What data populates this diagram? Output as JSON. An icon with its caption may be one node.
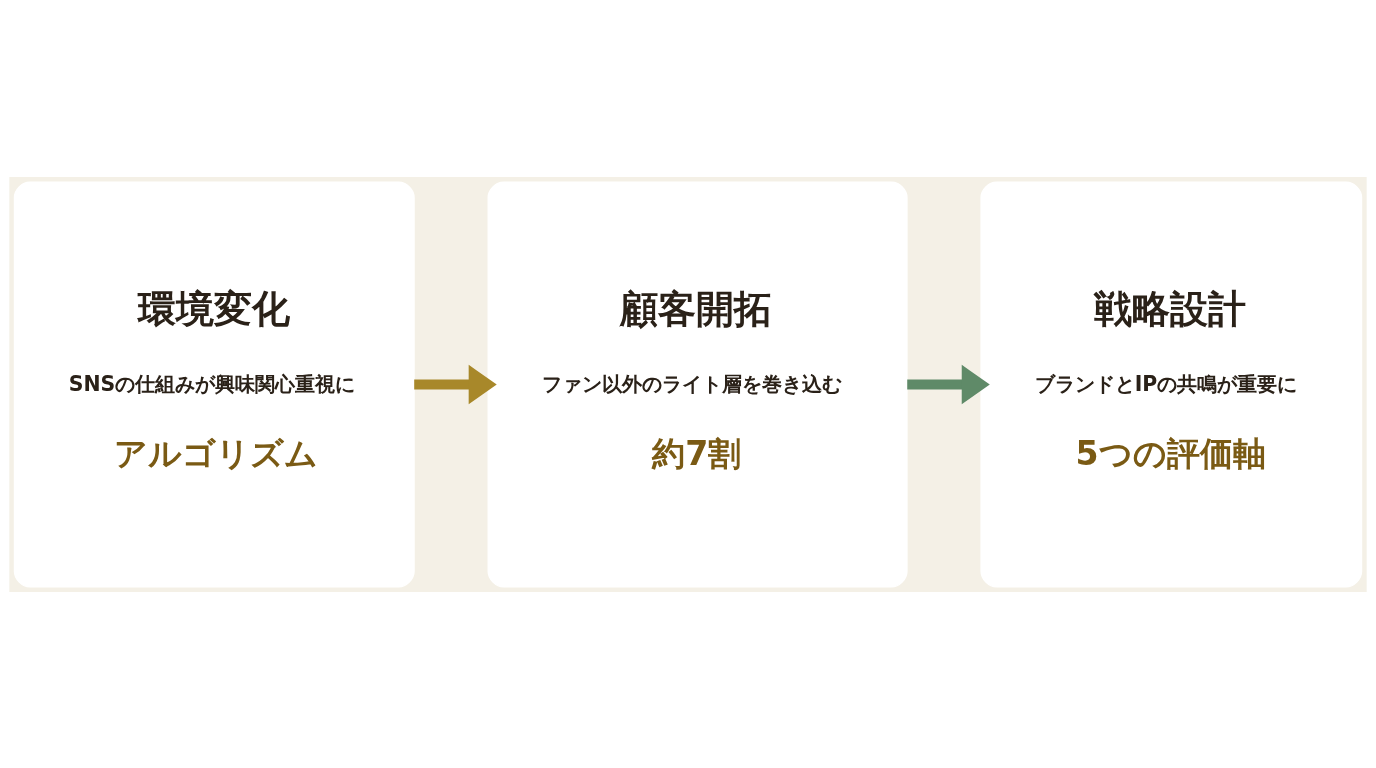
{
  "diagram": {
    "nodes": [
      {
        "text": [
          "環境変化",
          "SNSの仕組みが興味関心重視に",
          "アルゴリズム"
        ]
      },
      {
        "text": [
          "顧客開拓",
          "ファン以外のライト層を巻き込む",
          "約7割"
        ]
      },
      {
        "text": [
          "戦略設計",
          "ブランドとIPの共鳴が重要に",
          "5つの評価軸"
        ]
      }
    ],
    "edges": [
      {
        "from": 0,
        "to": 1,
        "arrow": "to",
        "color": "#a8882a"
      },
      {
        "from": 1,
        "to": 2,
        "arrow": "to",
        "color": "#5f8a68"
      }
    ]
  }
}
